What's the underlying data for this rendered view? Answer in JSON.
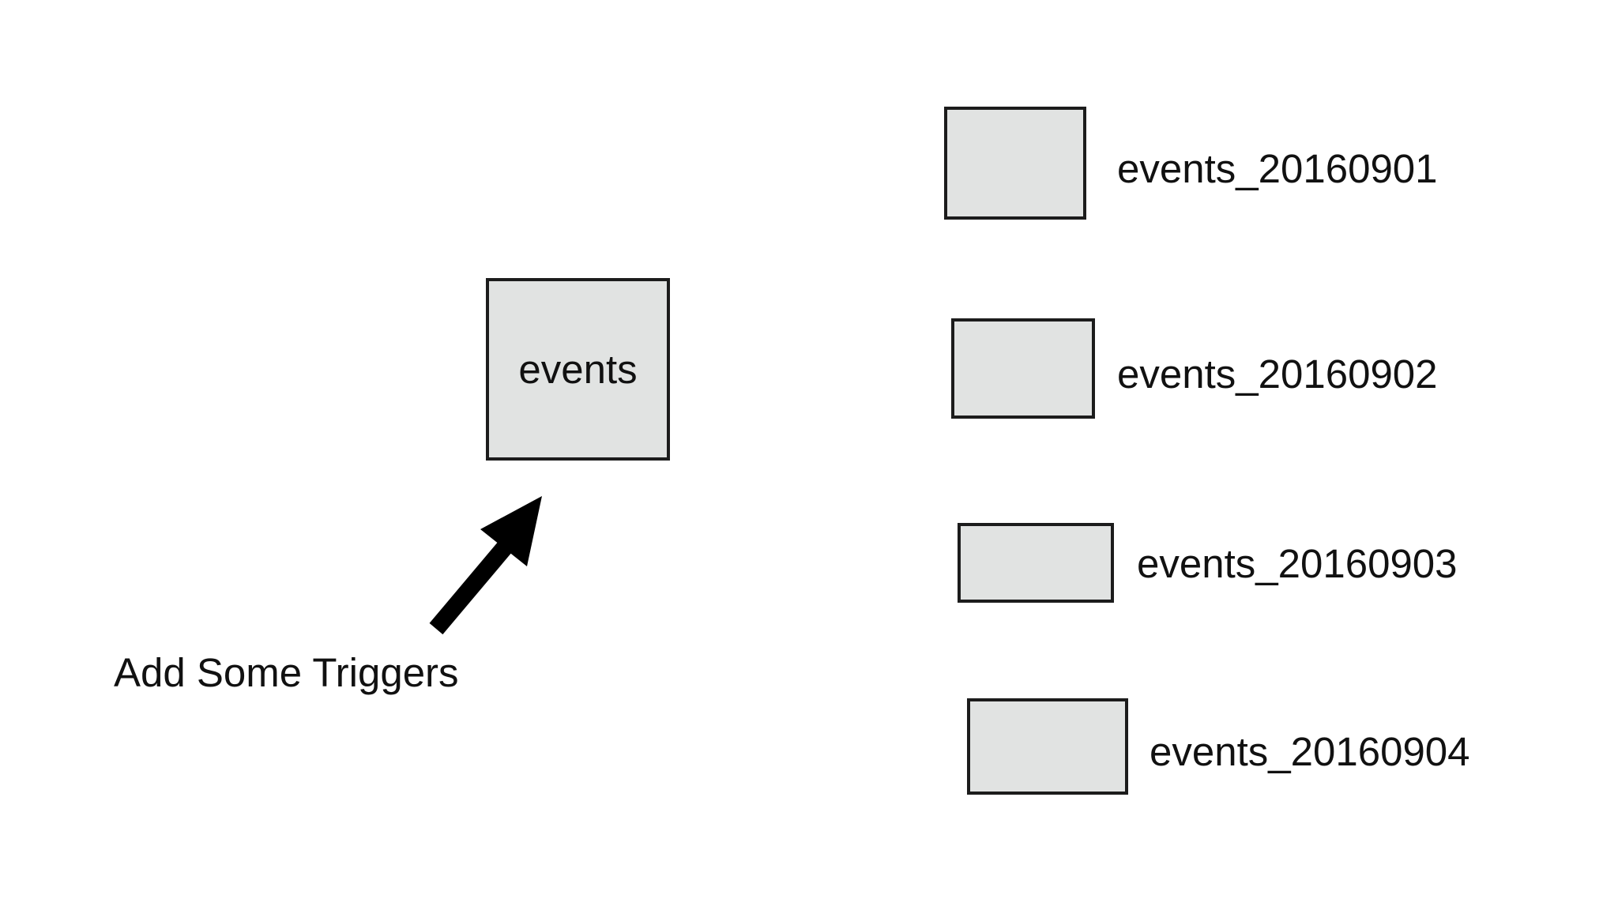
{
  "main_table": {
    "label": "events"
  },
  "callout": {
    "label": "Add Some Triggers",
    "icon": "arrow-up-right-icon"
  },
  "partitions": [
    {
      "label": "events_20160901"
    },
    {
      "label": "events_20160902"
    },
    {
      "label": "events_20160903"
    },
    {
      "label": "events_20160904"
    }
  ],
  "colors": {
    "box_fill": "#e1e3e2",
    "box_stroke": "#1c1c1c",
    "arrow": "#000000",
    "text": "#111111"
  }
}
